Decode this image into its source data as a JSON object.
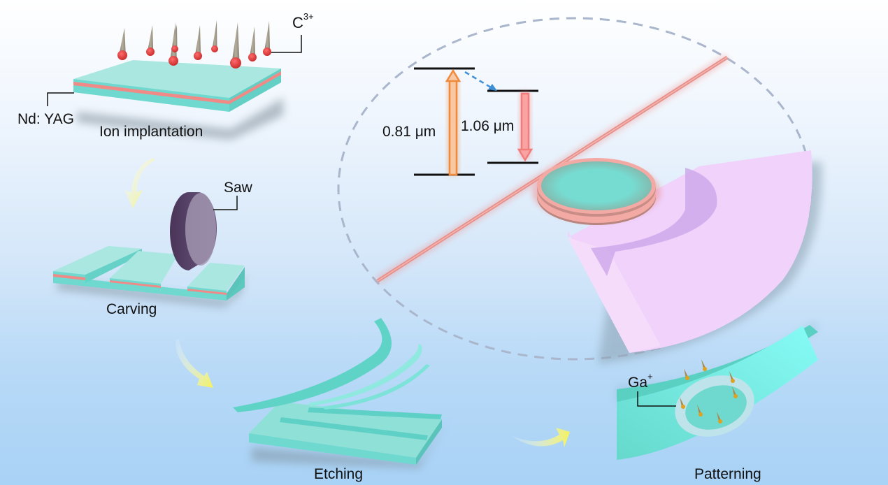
{
  "diagram": {
    "type": "fabrication-process-schematic",
    "steps": [
      {
        "id": "ion-implantation",
        "label": "Ion implantation"
      },
      {
        "id": "carving",
        "label": "Carving"
      },
      {
        "id": "etching",
        "label": "Etching"
      },
      {
        "id": "patterning",
        "label": "Patterning"
      }
    ],
    "annotations": {
      "ion_species": {
        "base": "C",
        "charge": "3+"
      },
      "substrate": "Nd: YAG",
      "tool": "Saw",
      "fib_ion": {
        "base": "Ga",
        "charge": "+"
      }
    },
    "energy_levels": {
      "pump": {
        "label": "0.81 μm",
        "direction": "up"
      },
      "emission": {
        "label": "1.06 μm",
        "direction": "down"
      }
    },
    "colors": {
      "crystal": "#6fd9cf",
      "waveguide_layer": "#f08a86",
      "ion_head": "#e23a3a",
      "ion_tail": "#9d9686",
      "saw": "#5e4870",
      "pump_arrow": "#f0883a",
      "emission_arrow": "#f07c7c",
      "relaxation_arrow": "#3f8fd8",
      "fan": "#f0d2fb",
      "zoom_circle": "#a9b6cc",
      "flow_arrow": "#f4f26a"
    }
  }
}
